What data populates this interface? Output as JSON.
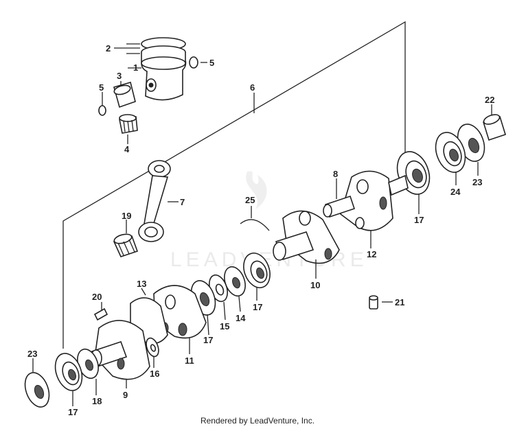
{
  "watermark": "LEADVENTURE",
  "footer": "Rendered by LeadVenture, Inc.",
  "callouts": [
    "1",
    "2",
    "3",
    "4",
    "5",
    "5",
    "6",
    "7",
    "8",
    "9",
    "10",
    "11",
    "12",
    "13",
    "14",
    "15",
    "16",
    "17",
    "17",
    "17",
    "17",
    "17",
    "18",
    "19",
    "20",
    "21",
    "22",
    "23",
    "23",
    "24",
    "25"
  ]
}
